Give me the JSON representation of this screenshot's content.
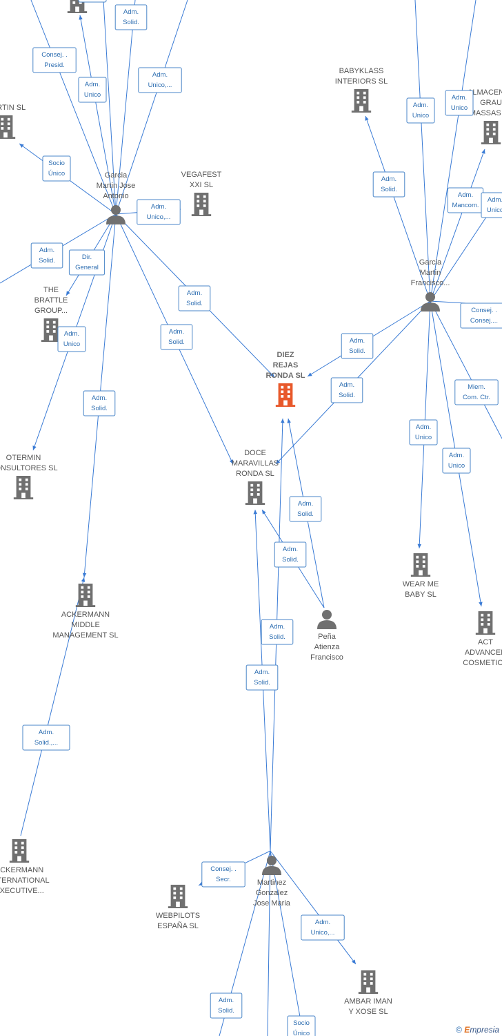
{
  "nodes": [
    {
      "id": "diez",
      "type": "company",
      "main": true,
      "lines": [
        "DIEZ",
        "REJAS",
        "RONDA  SL"
      ]
    },
    {
      "id": "doce",
      "type": "company",
      "lines": [
        "DOCE",
        "MARAVILLAS",
        "RONDA  SL"
      ]
    },
    {
      "id": "vegafest",
      "type": "company",
      "lines": [
        "VEGAFEST",
        "XXI  SL"
      ]
    },
    {
      "id": "martinsl",
      "type": "company",
      "lines": [
        "MARTIN  SL"
      ]
    },
    {
      "id": "brattle",
      "type": "company",
      "lines": [
        "THE",
        "BRATTLE",
        "GROUP..."
      ]
    },
    {
      "id": "otermin",
      "type": "company",
      "lines": [
        "OTERMIN",
        "CONSULTORES SL"
      ]
    },
    {
      "id": "ack_mid",
      "type": "company",
      "lines": [
        "ACKERMANN",
        "MIDDLE",
        "MANAGEMENT SL"
      ]
    },
    {
      "id": "ack_int",
      "type": "company",
      "lines": [
        "ACKERMANN",
        "INTERNATIONAL",
        "EXECUTIVE..."
      ]
    },
    {
      "id": "webpilots",
      "type": "company",
      "lines": [
        "WEBPILOTS",
        "ESPAÑA SL"
      ]
    },
    {
      "id": "ambar",
      "type": "company",
      "lines": [
        "AMBAR IMAN",
        "Y XOSE  SL"
      ]
    },
    {
      "id": "babyklass",
      "type": "company",
      "lines": [
        "BABYKLASS",
        "INTERIORS SL"
      ]
    },
    {
      "id": "almacenes",
      "type": "company",
      "lines": [
        "ALMACENES",
        "GRAU",
        "MASSAS SL"
      ]
    },
    {
      "id": "wearme",
      "type": "company",
      "lines": [
        "WEAR ME",
        "BABY SL"
      ]
    },
    {
      "id": "act",
      "type": "company",
      "lines": [
        "ACT",
        "ADVANCED",
        "COSMETICS"
      ]
    },
    {
      "id": "top1",
      "type": "company",
      "lines": []
    },
    {
      "id": "garcia_ja",
      "type": "person",
      "lines": [
        "Garcia",
        "Martin Jose",
        "Antonio"
      ]
    },
    {
      "id": "garcia_fr",
      "type": "person",
      "lines": [
        "Garcia",
        "Martin",
        "Francisco..."
      ]
    },
    {
      "id": "pena",
      "type": "person",
      "lines": [
        "Peña",
        "Atienza",
        "Francisco"
      ]
    },
    {
      "id": "martinez",
      "type": "person",
      "lines": [
        "Martinez",
        "Gonzalez",
        "Jose Maria"
      ]
    }
  ],
  "edges": [
    {
      "from": "garcia_ja",
      "to": "diez",
      "label": [
        "Adm.",
        "Solid."
      ]
    },
    {
      "from": "garcia_ja",
      "to": "doce",
      "label": [
        "Adm.",
        "Solid."
      ]
    },
    {
      "from": "garcia_ja",
      "to": "vegafest",
      "label": [
        "Adm.",
        "Unico,..."
      ]
    },
    {
      "from": "garcia_ja",
      "to": "martinsl",
      "label": [
        "Socio",
        "Único"
      ]
    },
    {
      "from": "garcia_ja",
      "to": "brattle",
      "label": [
        "Dir.",
        "General"
      ]
    },
    {
      "from": "garcia_ja",
      "to": "otermin",
      "label": [
        "Adm.",
        "Unico"
      ]
    },
    {
      "from": "garcia_ja",
      "to": "ack_mid",
      "label": [
        "Adm.",
        "Solid."
      ]
    },
    {
      "from": "garcia_ja",
      "to": "leftout",
      "label": [
        "Adm.",
        "Solid."
      ]
    },
    {
      "from": "garcia_ja",
      "to": "top1",
      "label": [
        "Adm.",
        "Unico"
      ]
    },
    {
      "from": "garcia_ja",
      "to": "topa",
      "label": [
        "Consej. .",
        "Presid."
      ]
    },
    {
      "from": "garcia_ja",
      "to": "topb",
      "label": [
        "Adm.",
        "Solid."
      ]
    },
    {
      "from": "garcia_ja",
      "to": "topc",
      "label": [
        "Adm.",
        "Unico,..."
      ]
    },
    {
      "from": "garcia_ja",
      "to": "topd",
      "label": [
        "Unico"
      ]
    },
    {
      "from": "garcia_fr",
      "to": "diez",
      "label": [
        "Adm.",
        "Solid."
      ]
    },
    {
      "from": "garcia_fr",
      "to": "doce",
      "label": [
        "Adm.",
        "Solid."
      ]
    },
    {
      "from": "garcia_fr",
      "to": "babyklass",
      "label": [
        "Adm.",
        "Solid."
      ]
    },
    {
      "from": "garcia_fr",
      "to": "almacenes",
      "label": [
        "Adm.",
        "Mancom."
      ]
    },
    {
      "from": "garcia_fr",
      "to": "topf1",
      "label": [
        "Adm.",
        "Unico"
      ]
    },
    {
      "from": "garcia_fr",
      "to": "topf2",
      "label": [
        "Adm.",
        "Unico"
      ]
    },
    {
      "from": "garcia_fr",
      "to": "rightf1",
      "label": [
        "Adm.",
        "Unico"
      ]
    },
    {
      "from": "garcia_fr",
      "to": "rightf2",
      "label": [
        "Consej. .",
        "Consej...."
      ]
    },
    {
      "from": "garcia_fr",
      "to": "rightf3",
      "label": [
        "Miem.",
        "Com. Ctr."
      ]
    },
    {
      "from": "garcia_fr",
      "to": "wearme",
      "label": [
        "Adm.",
        "Unico"
      ]
    },
    {
      "from": "garcia_fr",
      "to": "act",
      "label": [
        "Adm.",
        "Unico"
      ]
    },
    {
      "from": "pena",
      "to": "diez",
      "label": [
        "Adm.",
        "Solid."
      ]
    },
    {
      "from": "pena",
      "to": "doce",
      "label": [
        "Adm.",
        "Solid."
      ]
    },
    {
      "from": "martinez",
      "to": "diez",
      "label": [
        "Adm.",
        "Solid."
      ]
    },
    {
      "from": "martinez",
      "to": "doce",
      "label": [
        "Adm.",
        "Solid."
      ]
    },
    {
      "from": "martinez",
      "to": "webpilots",
      "label": [
        "Consej. .",
        "Secr."
      ]
    },
    {
      "from": "martinez",
      "to": "ambar",
      "label": [
        "Adm.",
        "Unico,..."
      ]
    },
    {
      "from": "martinez",
      "to": "bottom1",
      "label": [
        "Adm.",
        "Solid."
      ]
    },
    {
      "from": "martinez",
      "to": "bottom2",
      "label": [
        "Socio",
        "Único"
      ]
    },
    {
      "from": "martinez",
      "to": "bottom3",
      "label": []
    },
    {
      "from": "ack_int",
      "to": "ack_mid",
      "label": [
        "Adm.",
        "Solid.,..."
      ]
    }
  ],
  "footer": {
    "symbol": "©",
    "brand_initial": "E",
    "brand_rest": "mpresia"
  },
  "colors": {
    "edge": "#3a7bd5",
    "main_company": "#e8582a",
    "company": "#707070",
    "person": "#707070",
    "label_text": "#2b6cb0"
  }
}
